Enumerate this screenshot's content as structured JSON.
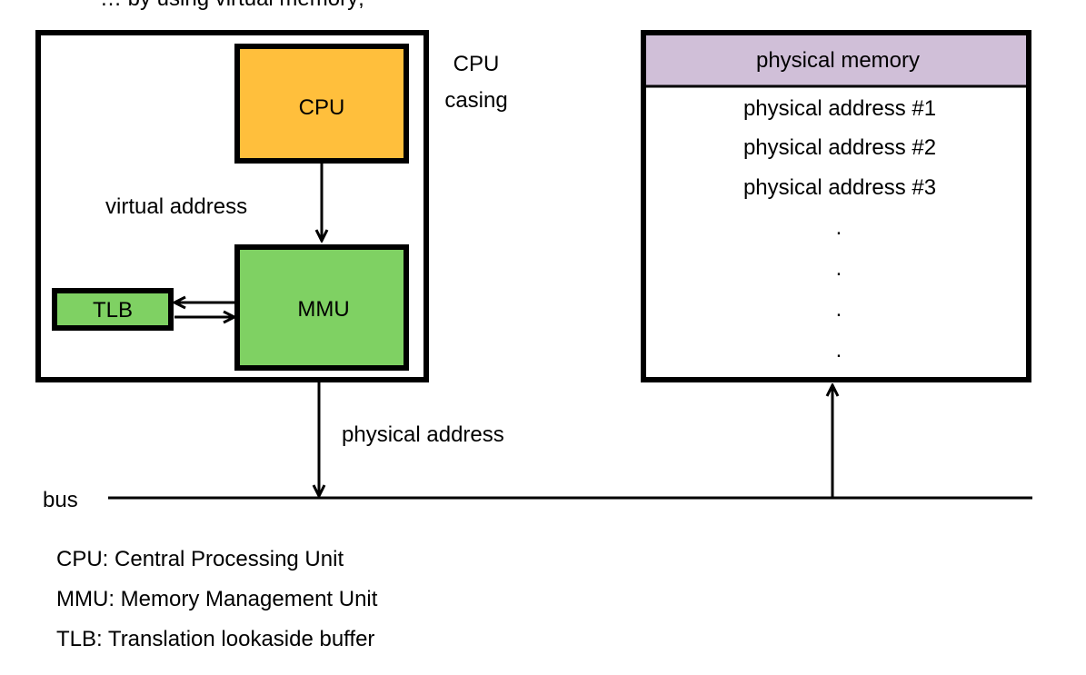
{
  "header_fragment": "… by using virtual memory;",
  "cpu_casing": {
    "label_line1": "CPU",
    "label_line2": "casing"
  },
  "cpu_box": {
    "label": "CPU",
    "fill": "#FFBF3C"
  },
  "mmu_box": {
    "label": "MMU",
    "fill": "#7FD163"
  },
  "tlb_box": {
    "label": "TLB",
    "fill": "#7FD163"
  },
  "physical_memory": {
    "title": "physical memory",
    "header_fill": "#D0BFD8",
    "addresses": [
      "physical address #1",
      "physical address #2",
      "physical address #3"
    ],
    "ellipsis": [
      ".",
      ".",
      ".",
      "."
    ]
  },
  "arrows": {
    "virtual_address_label": "virtual address",
    "physical_address_label": "physical address"
  },
  "bus": {
    "label": "bus"
  },
  "legend": [
    "CPU: Central Processing Unit",
    "MMU: Memory Management Unit",
    "TLB: Translation lookaside buffer"
  ]
}
